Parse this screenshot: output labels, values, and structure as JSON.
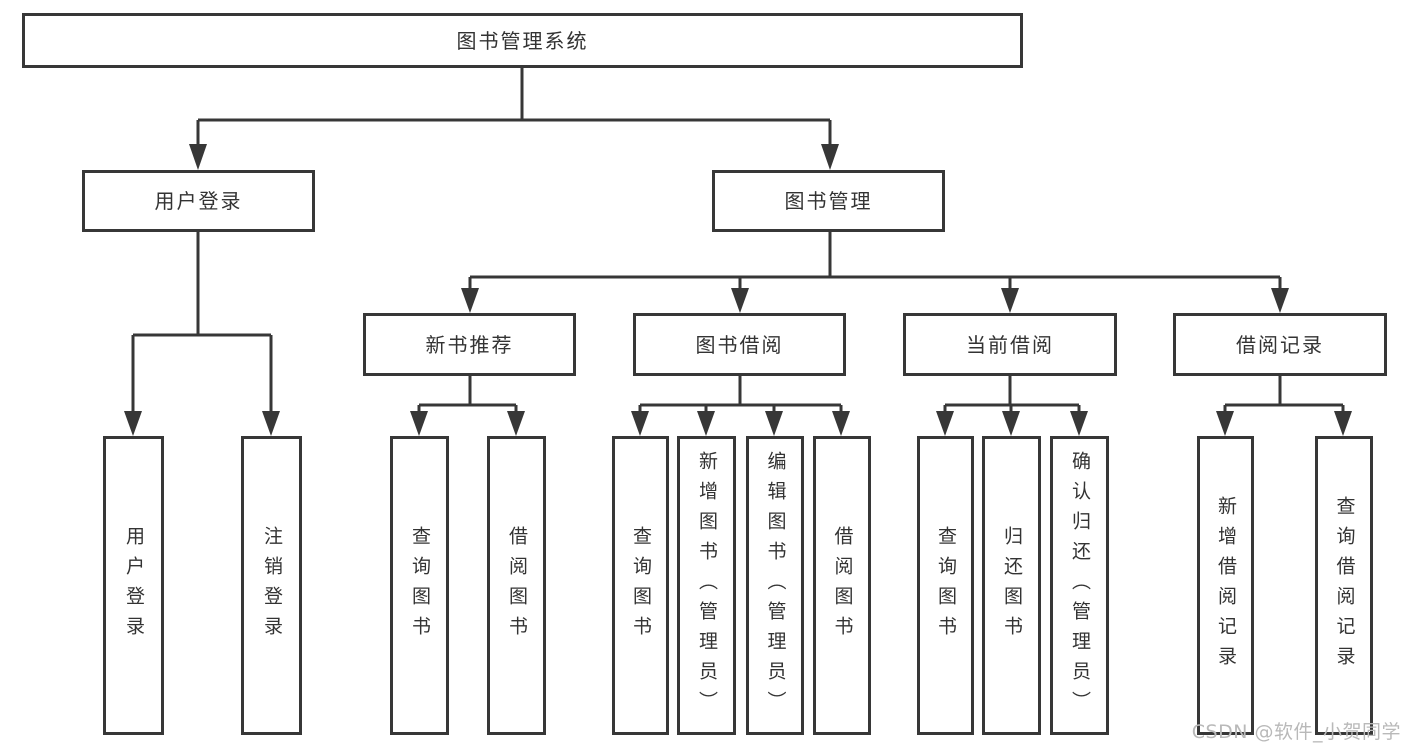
{
  "title": "图书管理系统",
  "branches": [
    {
      "label": "用户登录",
      "children": [
        {
          "label": "用户登录"
        },
        {
          "label": "注销登录"
        }
      ]
    },
    {
      "label": "图书管理",
      "sections": [
        {
          "label": "新书推荐",
          "children": [
            {
              "label": "查询图书"
            },
            {
              "label": "借阅图书"
            }
          ]
        },
        {
          "label": "图书借阅",
          "children": [
            {
              "label": "查询图书"
            },
            {
              "label": "新增图书（管理员）"
            },
            {
              "label": "编辑图书（管理员）"
            },
            {
              "label": "借阅图书"
            }
          ]
        },
        {
          "label": "当前借阅",
          "children": [
            {
              "label": "查询图书"
            },
            {
              "label": "归还图书"
            },
            {
              "label": "确认归还（管理员）"
            }
          ]
        },
        {
          "label": "借阅记录",
          "children": [
            {
              "label": "新增借阅记录"
            },
            {
              "label": "查询借阅记录"
            }
          ]
        }
      ]
    }
  ],
  "watermark": "CSDN @软件_小贺同学",
  "colors": {
    "line": "#373737",
    "text": "#333333",
    "background": "#ffffff",
    "watermark": "#b9b9b9"
  }
}
